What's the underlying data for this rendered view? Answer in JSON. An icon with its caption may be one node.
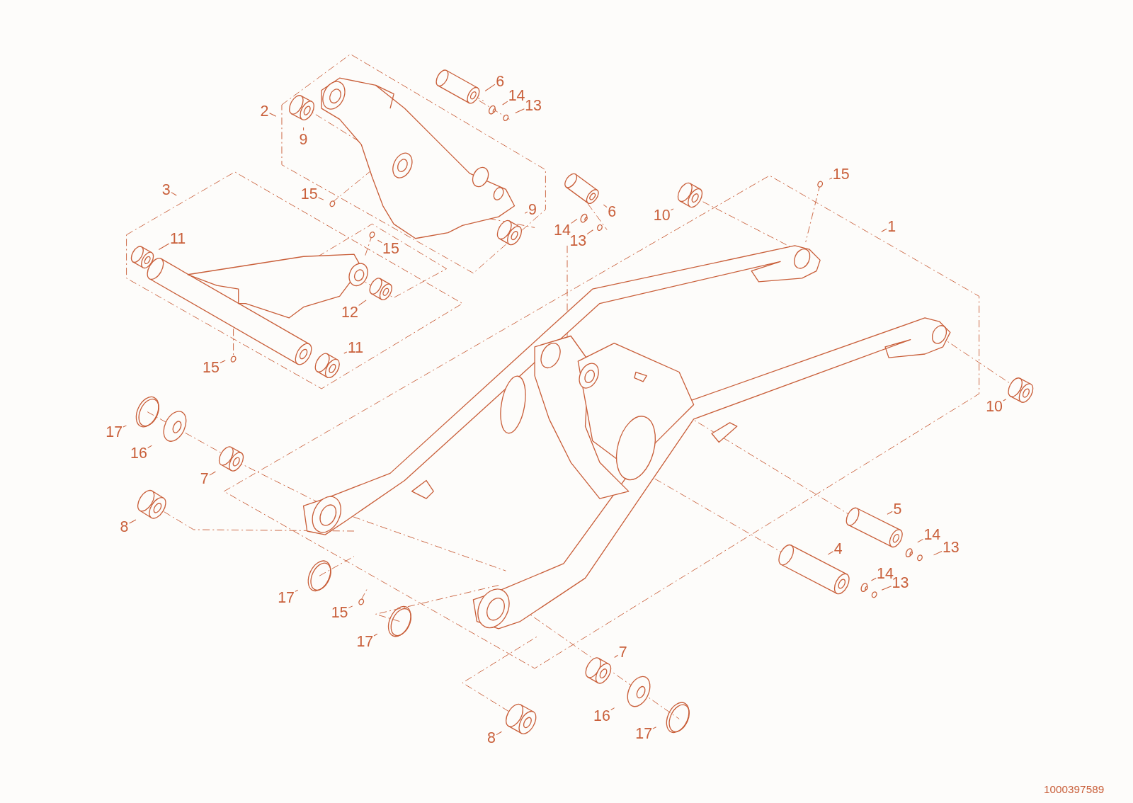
{
  "diagram": {
    "nodes": [
      {
        "text": [
          "2"
        ]
      },
      {
        "text": [
          "9"
        ]
      },
      {
        "text": [
          "6"
        ]
      },
      {
        "text": [
          "14"
        ]
      },
      {
        "text": [
          "13"
        ]
      },
      {
        "text": [
          "3"
        ]
      },
      {
        "text": [
          "11"
        ]
      },
      {
        "text": [
          "15"
        ]
      },
      {
        "text": [
          "15"
        ]
      },
      {
        "text": [
          "12"
        ]
      },
      {
        "text": [
          "11"
        ]
      },
      {
        "text": [
          "15"
        ]
      },
      {
        "text": [
          "15"
        ]
      },
      {
        "text": [
          "1"
        ]
      },
      {
        "text": [
          "10"
        ]
      },
      {
        "text": [
          "6"
        ]
      },
      {
        "text": [
          "14"
        ]
      },
      {
        "text": [
          "13"
        ]
      },
      {
        "text": [
          "9"
        ]
      },
      {
        "text": [
          "10"
        ]
      },
      {
        "text": [
          "17"
        ]
      },
      {
        "text": [
          "16"
        ]
      },
      {
        "text": [
          "7"
        ]
      },
      {
        "text": [
          "8"
        ]
      },
      {
        "text": [
          "17"
        ]
      },
      {
        "text": [
          "15"
        ]
      },
      {
        "text": [
          "17"
        ]
      },
      {
        "text": [
          "5"
        ]
      },
      {
        "text": [
          "14"
        ]
      },
      {
        "text": [
          "13"
        ]
      },
      {
        "text": [
          "4"
        ]
      },
      {
        "text": [
          "14"
        ]
      },
      {
        "text": [
          "13"
        ]
      },
      {
        "text": [
          "7"
        ]
      },
      {
        "text": [
          "16"
        ]
      },
      {
        "text": [
          "17"
        ]
      },
      {
        "text": [
          "8"
        ]
      }
    ],
    "edges": [
      {
        "from": 0,
        "to": null,
        "arrow": "none"
      },
      {
        "from": 1,
        "to": null,
        "arrow": "none"
      },
      {
        "from": 2,
        "to": null,
        "arrow": "none"
      },
      {
        "from": 3,
        "to": null,
        "arrow": "none"
      },
      {
        "from": 4,
        "to": null,
        "arrow": "none"
      },
      {
        "from": 5,
        "to": null,
        "arrow": "none"
      },
      {
        "from": 6,
        "to": null,
        "arrow": "none"
      },
      {
        "from": 7,
        "to": null,
        "arrow": "none"
      },
      {
        "from": 8,
        "to": null,
        "arrow": "none"
      },
      {
        "from": 9,
        "to": null,
        "arrow": "none"
      },
      {
        "from": 10,
        "to": null,
        "arrow": "none"
      },
      {
        "from": 11,
        "to": null,
        "arrow": "none"
      },
      {
        "from": 12,
        "to": null,
        "arrow": "none"
      },
      {
        "from": 13,
        "to": null,
        "arrow": "none"
      },
      {
        "from": 14,
        "to": null,
        "arrow": "none"
      },
      {
        "from": 15,
        "to": null,
        "arrow": "none"
      },
      {
        "from": 16,
        "to": null,
        "arrow": "none"
      },
      {
        "from": 17,
        "to": null,
        "arrow": "none"
      },
      {
        "from": 18,
        "to": null,
        "arrow": "none"
      },
      {
        "from": 19,
        "to": null,
        "arrow": "none"
      },
      {
        "from": 20,
        "to": null,
        "arrow": "none"
      },
      {
        "from": 21,
        "to": null,
        "arrow": "none"
      },
      {
        "from": 22,
        "to": null,
        "arrow": "none"
      },
      {
        "from": 23,
        "to": null,
        "arrow": "none"
      },
      {
        "from": 24,
        "to": null,
        "arrow": "none"
      },
      {
        "from": 25,
        "to": null,
        "arrow": "none"
      },
      {
        "from": 26,
        "to": null,
        "arrow": "none"
      },
      {
        "from": 27,
        "to": null,
        "arrow": "none"
      },
      {
        "from": 28,
        "to": null,
        "arrow": "none"
      },
      {
        "from": 29,
        "to": null,
        "arrow": "none"
      },
      {
        "from": 30,
        "to": null,
        "arrow": "none"
      },
      {
        "from": 31,
        "to": null,
        "arrow": "none"
      },
      {
        "from": 32,
        "to": null,
        "arrow": "none"
      },
      {
        "from": 33,
        "to": null,
        "arrow": "none"
      },
      {
        "from": 34,
        "to": null,
        "arrow": "none"
      },
      {
        "from": 35,
        "to": null,
        "arrow": "none"
      },
      {
        "from": 36,
        "to": null,
        "arrow": "none"
      }
    ],
    "labels": [
      "1000397589"
    ]
  }
}
